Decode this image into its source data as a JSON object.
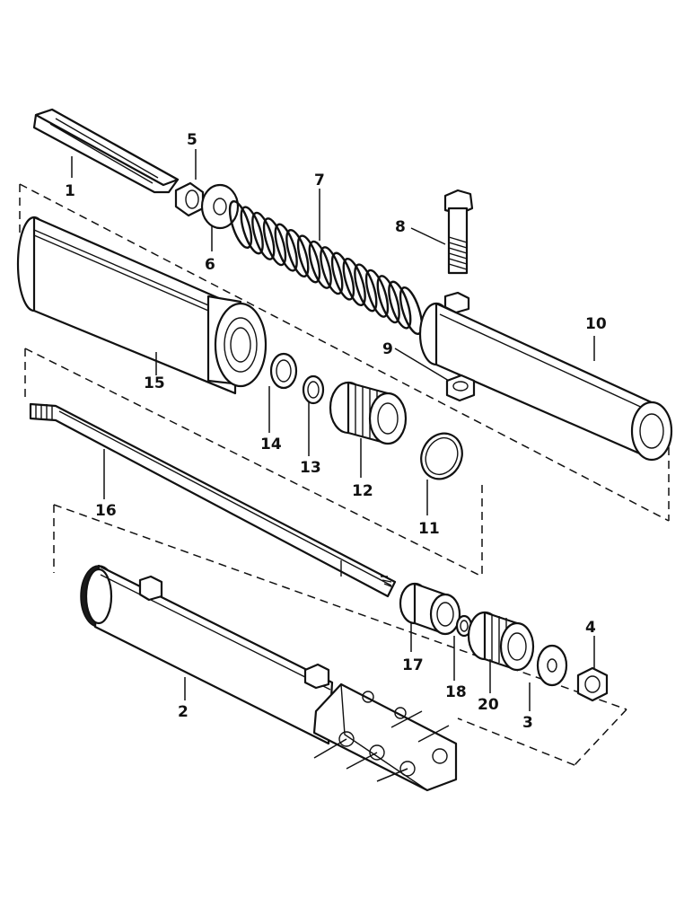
{
  "callouts": {
    "c1": "1",
    "c2": "2",
    "c3": "3",
    "c4": "4",
    "c5": "5",
    "c6": "6",
    "c7": "7",
    "c8": "8",
    "c9": "9",
    "c10": "10",
    "c11": "11",
    "c12": "12",
    "c13": "13",
    "c14": "14",
    "c15": "15",
    "c16": "16",
    "c17": "17",
    "c18": "18",
    "c20": "20"
  }
}
